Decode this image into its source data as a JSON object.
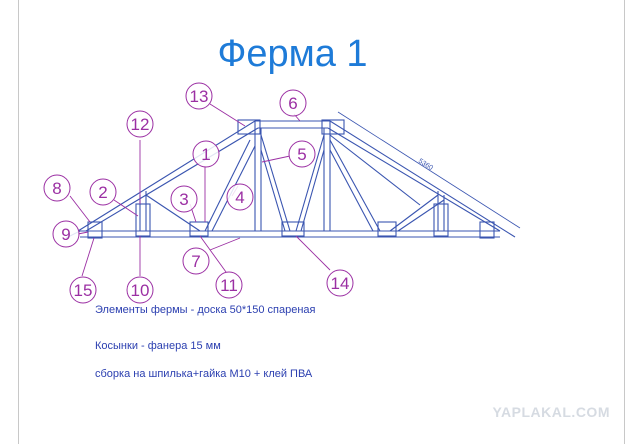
{
  "title": "Ферма 1",
  "dimension_label": "5360",
  "callouts": [
    "1",
    "2",
    "3",
    "4",
    "5",
    "6",
    "7",
    "8",
    "9",
    "10",
    "11",
    "12",
    "13",
    "14",
    "15"
  ],
  "notes": {
    "line1": "Элементы фермы - доска 50*150 спареная",
    "line2": "Косынки - фанера 15 мм",
    "line3": "сборка на шпилька+гайка М10 + клей ПВА"
  },
  "watermark": "YAPLAKAL.COM",
  "colors": {
    "title": "#1e7bd8",
    "callout": "#9b2fa3",
    "truss": "#3a55b0",
    "text": "#2b3fb0"
  }
}
